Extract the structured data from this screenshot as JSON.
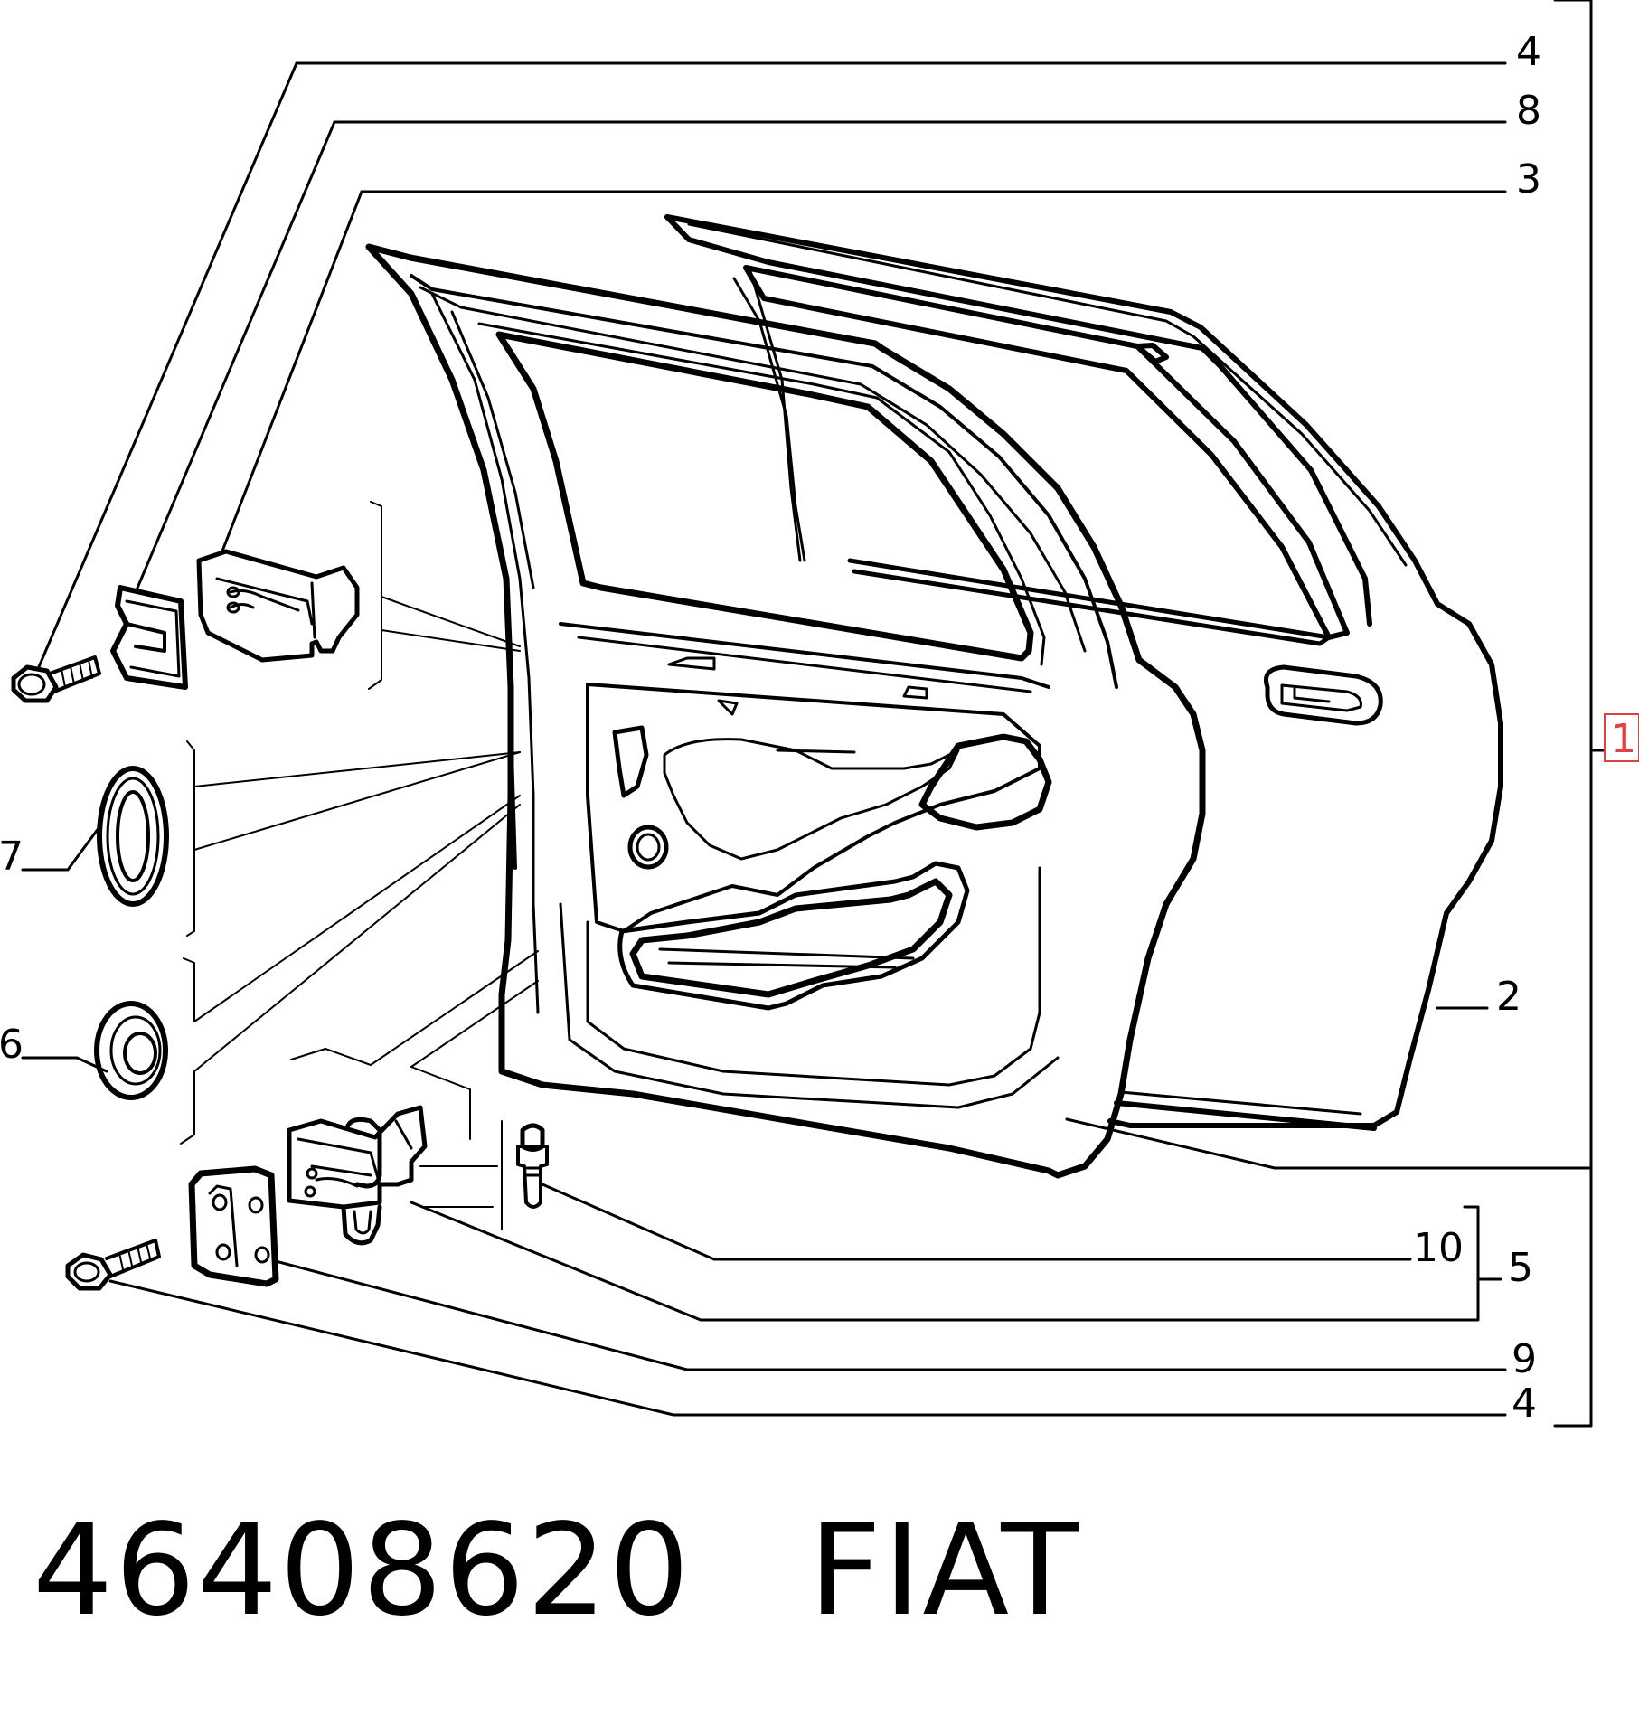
{
  "callouts": {
    "c4_top": "4",
    "c8": "8",
    "c3": "3",
    "c1": "1",
    "c7": "7",
    "c6": "6",
    "c2": "2",
    "c10": "10",
    "c5": "5",
    "c9": "9",
    "c4_bottom": "4"
  },
  "caption": {
    "part_number": "46408620",
    "brand": "FIAT"
  },
  "colors": {
    "line": "#000000",
    "highlight": "#e0403f",
    "background": "#ffffff"
  }
}
